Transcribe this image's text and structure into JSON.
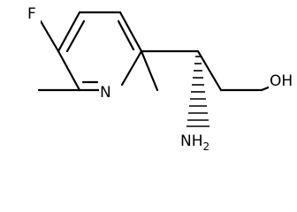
{
  "molecule": {
    "atoms": {
      "fluorine": "F",
      "nitrogen": "N",
      "hydroxyl": "OH",
      "amine_main": "NH",
      "amine_sub": "2"
    },
    "colors": {
      "bond": "#000000",
      "label": "#000000",
      "background": "#ffffff"
    }
  }
}
